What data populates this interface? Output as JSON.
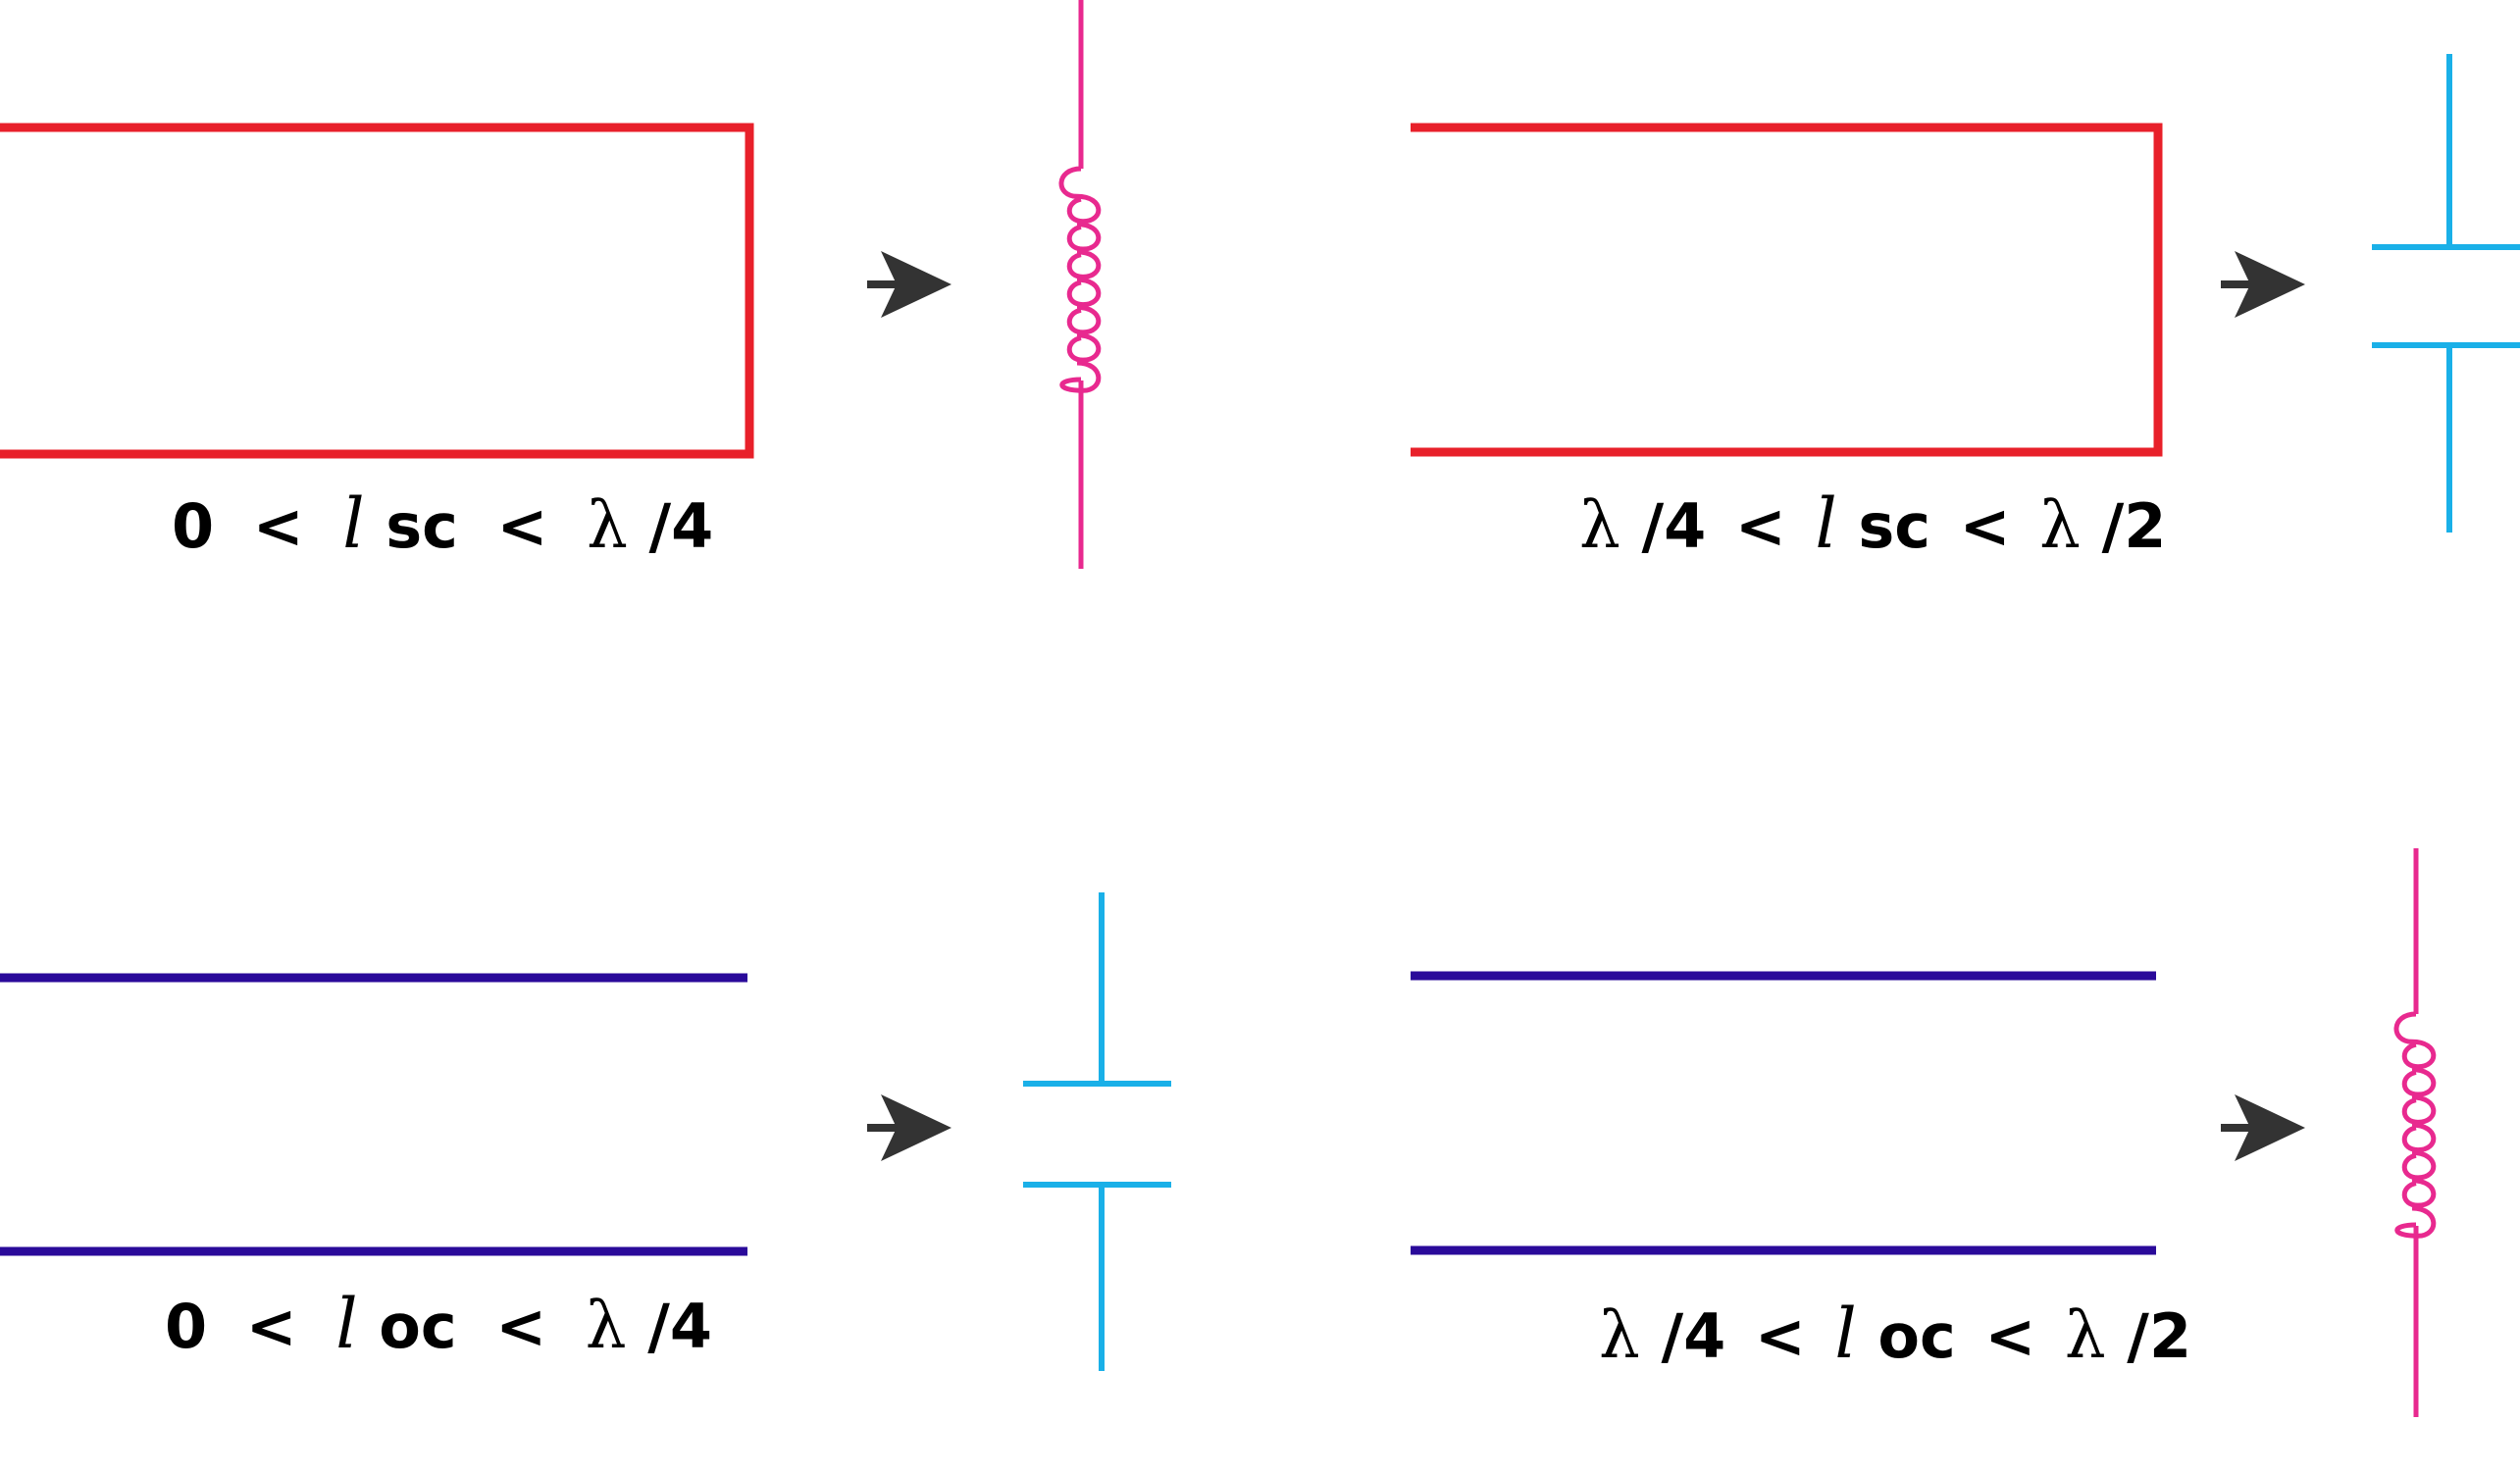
{
  "colors": {
    "short_circuit_line": "#e8202a",
    "open_circuit_line": "#2a0a9a",
    "inductor": "#e8298f",
    "capacitor": "#1ab0e8",
    "arrow": "#333333",
    "label": "#000000"
  },
  "panels": [
    {
      "line_type": "short-circuit",
      "equivalent": "inductor",
      "label": {
        "lower": "0",
        "lt1": "<",
        "ell": "l",
        "sub": "sc",
        "lt2": "<",
        "lambda": "λ",
        "upper": "/4"
      }
    },
    {
      "line_type": "short-circuit",
      "equivalent": "capacitor",
      "label": {
        "lower": "λ",
        "lower_rest": "/4",
        "lt1": "<",
        "ell": "l",
        "sub": "sc",
        "lt2": "<",
        "lambda": "λ",
        "upper": "/2"
      }
    },
    {
      "line_type": "open-circuit",
      "equivalent": "capacitor",
      "label": {
        "lower": "0",
        "lt1": "<",
        "ell": "l",
        "sub": "oc",
        "lt2": "<",
        "lambda": "λ",
        "upper": "/4"
      }
    },
    {
      "line_type": "open-circuit",
      "equivalent": "inductor",
      "label": {
        "lower": "λ",
        "lower_rest": "/4",
        "lt1": "<",
        "ell": "l",
        "sub": "oc",
        "lt2": "<",
        "lambda": "λ",
        "upper": "/2"
      }
    }
  ]
}
